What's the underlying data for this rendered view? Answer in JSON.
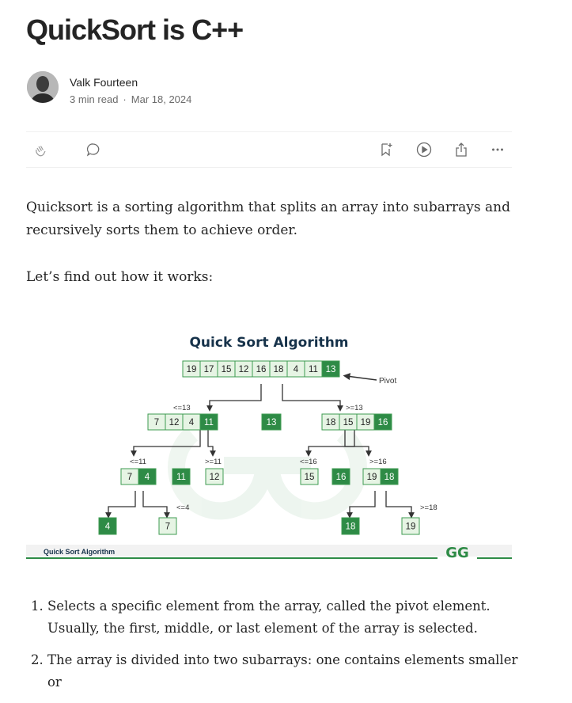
{
  "article": {
    "title": "QuickSort is C++",
    "author": "Valk Fourteen",
    "read_time": "3 min read",
    "separator": "·",
    "date": "Mar 18, 2024",
    "intro": "Quicksort is a sorting algorithm that splits an array into subarrays and recursively sorts them to achieve order.",
    "lead": "Let’s find out how it works:",
    "steps": [
      "Selects a specific element from the array, called the pivot element. Usually, the first, middle, or last element of the array is selected.",
      "The array is divided into two subarrays: one contains elements smaller or"
    ]
  },
  "actions": {
    "icons": [
      "clap-icon",
      "comment-icon",
      "bookmark-icon",
      "listen-icon",
      "share-icon",
      "more-icon"
    ]
  },
  "figure": {
    "heading": "Quick Sort Algorithm",
    "footer_caption": "Quick Sort Algorithm",
    "logo_text": "GG",
    "pivot_label": "Pivot",
    "root": [
      "19",
      "17",
      "15",
      "12",
      "16",
      "18",
      "4",
      "11",
      "13"
    ],
    "level1": {
      "left_label": "<=13",
      "right_label": ">=13",
      "left": [
        "7",
        "12",
        "4",
        "11"
      ],
      "middle": "13",
      "right": [
        "18",
        "15",
        "19",
        "16"
      ]
    },
    "level2": {
      "ll_label": "<=11",
      "lr_label": ">=11",
      "rl_label": "<=16",
      "rr_label": ">=16",
      "ll": [
        "7",
        "4"
      ],
      "lm": "11",
      "lr": "12",
      "rl": "15",
      "rm": "16",
      "rr": [
        "19",
        "18"
      ]
    },
    "level3": {
      "a_label": "<=4",
      "b_label": ">=18",
      "a": "4",
      "b": "7",
      "c": "18",
      "d": "19"
    },
    "colors": {
      "pivot": "#2e8b46",
      "cell_bg": "#e6f4e4",
      "border": "#3f9b52",
      "heading": "#16324a"
    }
  }
}
